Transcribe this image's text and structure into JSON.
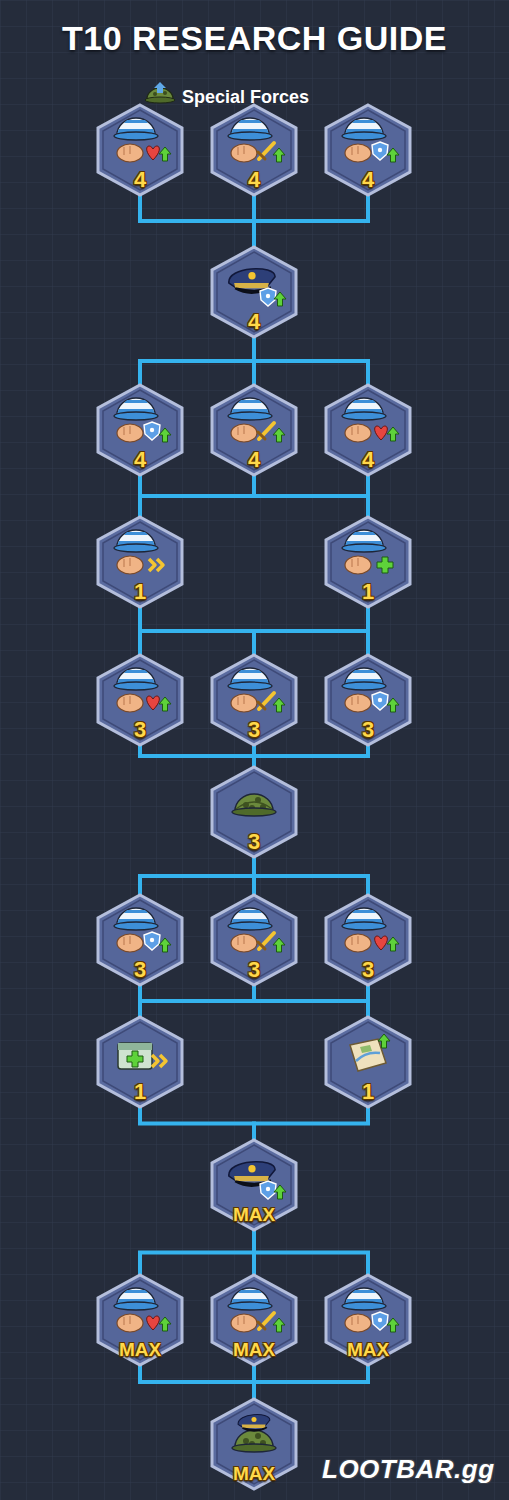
{
  "diagram": {
    "title": "T10 RESEARCH GUIDE",
    "nodes": [
      {
        "text": [
          "4"
        ]
      },
      {
        "text": [
          "4"
        ]
      },
      {
        "text": [
          "4"
        ]
      },
      {
        "text": [
          "4"
        ]
      },
      {
        "text": [
          "4"
        ]
      },
      {
        "text": [
          "4"
        ]
      },
      {
        "text": [
          "4"
        ]
      },
      {
        "text": [
          "1"
        ]
      },
      {
        "text": [
          "1"
        ]
      },
      {
        "text": [
          "3"
        ]
      },
      {
        "text": [
          "3"
        ]
      },
      {
        "text": [
          "3"
        ]
      },
      {
        "text": [
          "3"
        ]
      },
      {
        "text": [
          "3"
        ]
      },
      {
        "text": [
          "3"
        ]
      },
      {
        "text": [
          "3"
        ]
      },
      {
        "text": [
          "1"
        ]
      },
      {
        "text": [
          "1"
        ]
      },
      {
        "text": [
          "MAX"
        ]
      },
      {
        "text": [
          "MAX"
        ]
      },
      {
        "text": [
          "MAX"
        ]
      },
      {
        "text": [
          "MAX"
        ]
      },
      {
        "text": [
          "MAX"
        ]
      }
    ],
    "edges": [
      {
        "from": 0,
        "to": 3,
        "arrow": "none"
      },
      {
        "from": 1,
        "to": 3,
        "arrow": "none"
      },
      {
        "from": 2,
        "to": 3,
        "arrow": "none"
      },
      {
        "from": 3,
        "to": 4,
        "arrow": "none"
      },
      {
        "from": 3,
        "to": 5,
        "arrow": "none"
      },
      {
        "from": 3,
        "to": 6,
        "arrow": "none"
      },
      {
        "from": 4,
        "to": 7,
        "arrow": "none"
      },
      {
        "from": 4,
        "to": 8,
        "arrow": "none"
      },
      {
        "from": 5,
        "to": 7,
        "arrow": "none"
      },
      {
        "from": 5,
        "to": 8,
        "arrow": "none"
      },
      {
        "from": 6,
        "to": 7,
        "arrow": "none"
      },
      {
        "from": 6,
        "to": 8,
        "arrow": "none"
      },
      {
        "from": 7,
        "to": 9,
        "arrow": "none"
      },
      {
        "from": 7,
        "to": 10,
        "arrow": "none"
      },
      {
        "from": 7,
        "to": 11,
        "arrow": "none"
      },
      {
        "from": 8,
        "to": 9,
        "arrow": "none"
      },
      {
        "from": 8,
        "to": 10,
        "arrow": "none"
      },
      {
        "from": 8,
        "to": 11,
        "arrow": "none"
      },
      {
        "from": 9,
        "to": 12,
        "arrow": "none"
      },
      {
        "from": 10,
        "to": 12,
        "arrow": "none"
      },
      {
        "from": 11,
        "to": 12,
        "arrow": "none"
      },
      {
        "from": 12,
        "to": 13,
        "arrow": "none"
      },
      {
        "from": 12,
        "to": 14,
        "arrow": "none"
      },
      {
        "from": 12,
        "to": 15,
        "arrow": "none"
      },
      {
        "from": 13,
        "to": 16,
        "arrow": "none"
      },
      {
        "from": 13,
        "to": 17,
        "arrow": "none"
      },
      {
        "from": 14,
        "to": 16,
        "arrow": "none"
      },
      {
        "from": 14,
        "to": 17,
        "arrow": "none"
      },
      {
        "from": 15,
        "to": 16,
        "arrow": "none"
      },
      {
        "from": 15,
        "to": 17,
        "arrow": "none"
      },
      {
        "from": 16,
        "to": 18,
        "arrow": "none"
      },
      {
        "from": 17,
        "to": 18,
        "arrow": "none"
      },
      {
        "from": 18,
        "to": 19,
        "arrow": "none"
      },
      {
        "from": 18,
        "to": 20,
        "arrow": "none"
      },
      {
        "from": 18,
        "to": 21,
        "arrow": "none"
      },
      {
        "from": 19,
        "to": 22,
        "arrow": "none"
      },
      {
        "from": 20,
        "to": 22,
        "arrow": "none"
      },
      {
        "from": 21,
        "to": 22,
        "arrow": "none"
      }
    ],
    "labels": [
      "Special Forces",
      "LOOTBAR.gg"
    ]
  }
}
